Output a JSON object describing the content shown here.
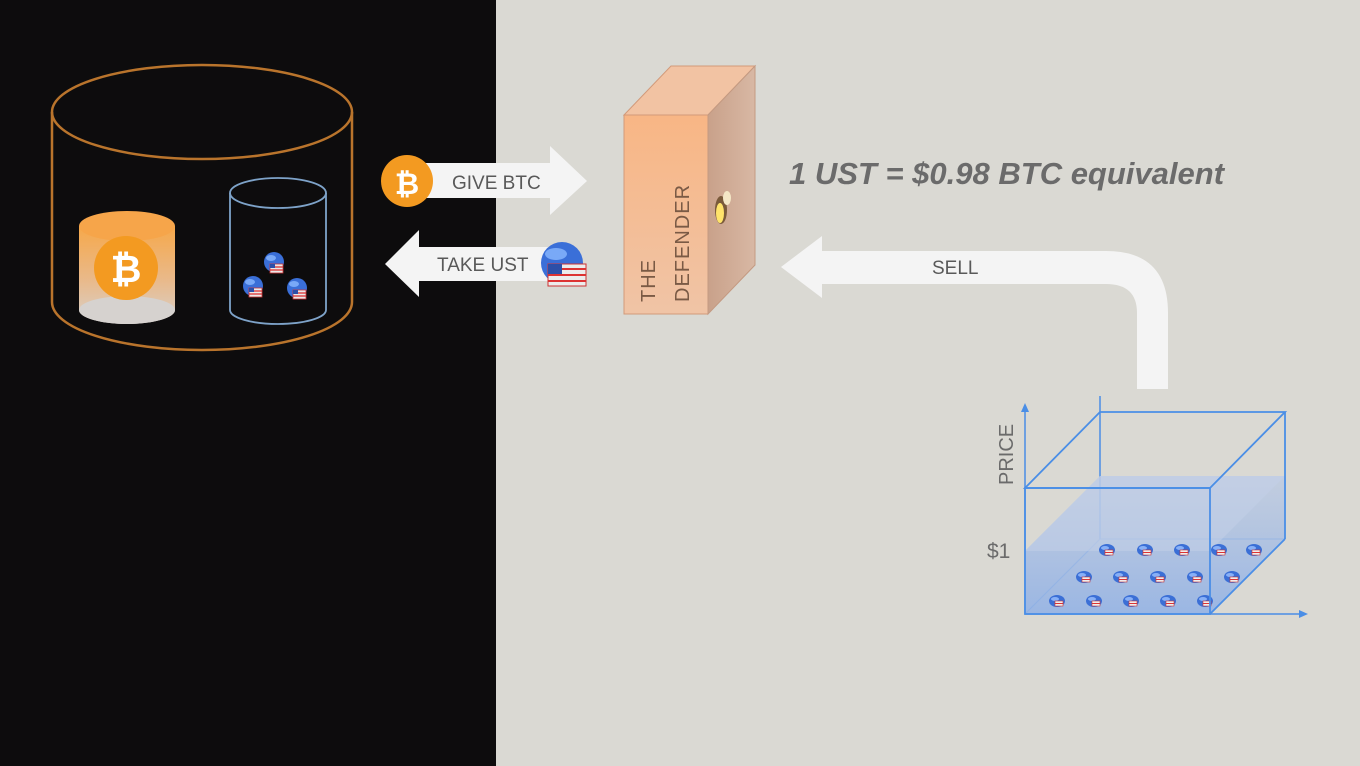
{
  "labels": {
    "give_btc": "GIVE BTC",
    "take_ust": "TAKE UST",
    "defender_line1": "THE",
    "defender_line2": "DEFENDER",
    "equation": "1 UST = $0.98 BTC equivalent",
    "sell": "SELL",
    "price_axis": "PRICE",
    "dollar_one": "$1",
    "btc_symbol": "₿"
  },
  "colors": {
    "left_bg": "#0d0c0d",
    "right_bg": "#dad9d3",
    "reserve_outline": "#b9742c",
    "btc_orange": "#f39a21",
    "defender_face": "#f4b387",
    "pool_blue": "#4a8ee6",
    "arrow_fill": "#f4f4f4",
    "equation_text": "#6b6b6b"
  },
  "icons": [
    "bitcoin-icon",
    "ust-coin-icon"
  ]
}
